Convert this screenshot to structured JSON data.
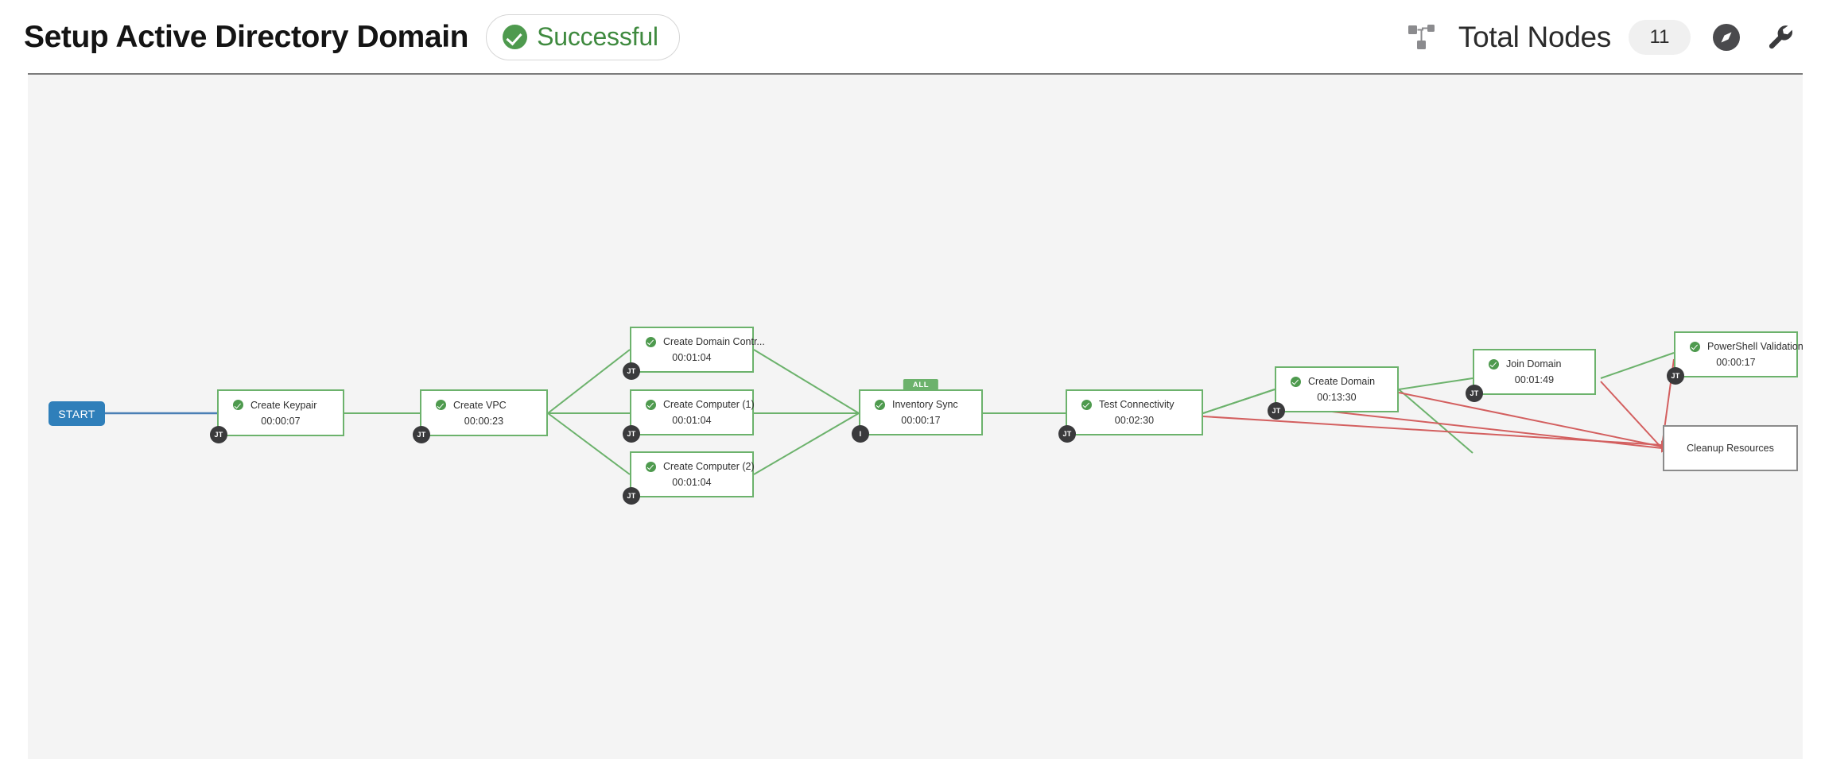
{
  "header": {
    "title": "Setup Active Directory Domain",
    "status": {
      "label": "Successful",
      "color": "#3f8a3f",
      "icon": "check-circle-icon"
    },
    "total_nodes_label": "Total Nodes",
    "total_nodes_count": "11",
    "icons": {
      "sitemap": "sitemap-icon",
      "compass": "compass-icon",
      "wrench": "wrench-icon"
    }
  },
  "graph": {
    "start": {
      "label": "START",
      "color": "#2f7fba"
    },
    "colors": {
      "success_border": "#6cb26c",
      "pending_border": "#8b8b8b",
      "success_edge": "#6cb26c",
      "failure_edge": "#d35f5f",
      "start_edge": "#4a7fb5",
      "badge": "#3a3a3c",
      "canvas": "#f4f4f4"
    },
    "nodes": [
      {
        "id": "keypair",
        "title": "Create Keypair",
        "duration": "00:00:07",
        "badge": "JT",
        "status": "success",
        "tag": ""
      },
      {
        "id": "vpc",
        "title": "Create VPC",
        "duration": "00:00:23",
        "badge": "JT",
        "status": "success",
        "tag": ""
      },
      {
        "id": "dc",
        "title": "Create Domain Contr...",
        "duration": "00:01:04",
        "badge": "JT",
        "status": "success",
        "tag": ""
      },
      {
        "id": "comp1",
        "title": "Create Computer (1)",
        "duration": "00:01:04",
        "badge": "JT",
        "status": "success",
        "tag": ""
      },
      {
        "id": "comp2",
        "title": "Create Computer (2)",
        "duration": "00:01:04",
        "badge": "JT",
        "status": "success",
        "tag": ""
      },
      {
        "id": "inv",
        "title": "Inventory Sync",
        "duration": "00:00:17",
        "badge": "I",
        "status": "success",
        "tag": "ALL"
      },
      {
        "id": "testconn",
        "title": "Test Connectivity",
        "duration": "00:02:30",
        "badge": "JT",
        "status": "success",
        "tag": ""
      },
      {
        "id": "createdom",
        "title": "Create Domain",
        "duration": "00:13:30",
        "badge": "JT",
        "status": "success",
        "tag": ""
      },
      {
        "id": "joindom",
        "title": "Join Domain",
        "duration": "00:01:49",
        "badge": "JT",
        "status": "success",
        "tag": ""
      },
      {
        "id": "psval",
        "title": "PowerShell Validation",
        "duration": "00:00:17",
        "badge": "JT",
        "status": "success",
        "tag": ""
      },
      {
        "id": "cleanup",
        "title": "Cleanup Resources",
        "duration": "",
        "badge": "",
        "status": "pending",
        "tag": ""
      }
    ]
  }
}
